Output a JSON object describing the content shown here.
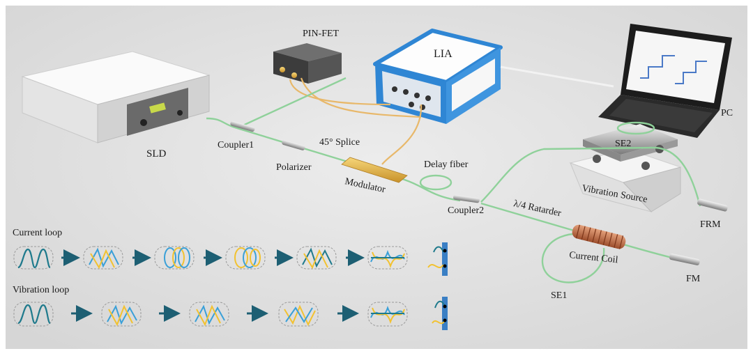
{
  "labels": {
    "pin_fet": "PIN-FET",
    "lia": "LIA",
    "pc": "PC",
    "sld": "SLD",
    "coupler1": "Coupler1",
    "polarizer": "Polarizer",
    "splice": "45° Splice",
    "modulator": "Modulator",
    "delay_fiber": "Delay fiber",
    "coupler2": "Coupler2",
    "retarder": "λ/4 Ratarder",
    "se2": "SE2",
    "vibration_source": "Vibration Source",
    "frm": "FRM",
    "current_coil": "Current Coil",
    "fm": "FM",
    "se1": "SE1",
    "current_loop": "Current loop",
    "vibration_loop": "Vibration loop"
  },
  "colors": {
    "fiber": "#8fd19a",
    "cable": "#e8b86a",
    "lia_blue": "#2f86d4",
    "wave_teal": "#1f7a8c",
    "wave_blue": "#3aa0d8",
    "wave_yellow": "#f2c230",
    "arrow": "#1d5f73",
    "coil": "#c8704a"
  }
}
